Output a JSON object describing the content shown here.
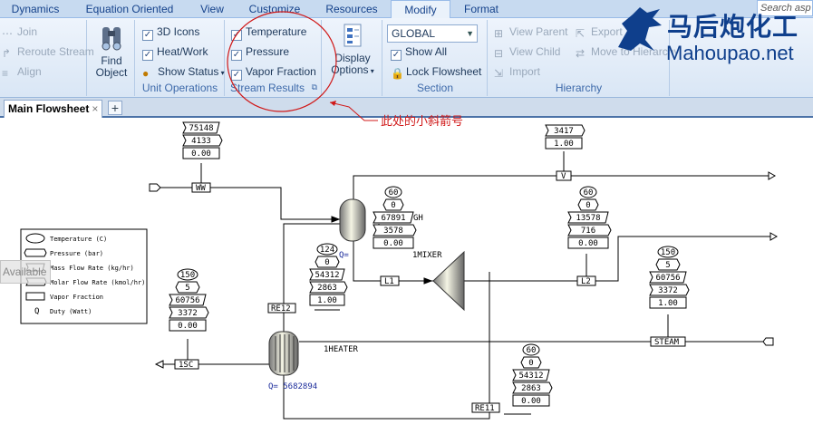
{
  "colors": {
    "accent": "#15428b",
    "annotation": "#d01818",
    "watermark": "#0f3f8c"
  },
  "tabs": [
    "Dynamics",
    "Equation Oriented",
    "View",
    "Customize",
    "Resources",
    "Modify",
    "Format"
  ],
  "active_tab": "Modify",
  "search": {
    "placeholder": "Search asp"
  },
  "ribbon": {
    "edit": {
      "join": "Join",
      "reroute": "Reroute Stream",
      "align": "Align"
    },
    "find": {
      "label1": "Find",
      "label2": "Object"
    },
    "unit_operations": {
      "label": "Unit Operations",
      "icons3d": "3D Icons",
      "heatwork": "Heat/Work",
      "show_status": "Show Status"
    },
    "stream_results": {
      "label": "Stream Results",
      "temperature": "Temperature",
      "pressure": "Pressure",
      "vapor_fraction": "Vapor Fraction"
    },
    "display": {
      "label1": "Display",
      "label2": "Options"
    },
    "section": {
      "label": "Section",
      "dropdown": "GLOBAL",
      "show_all": "Show All",
      "lock": "Lock Flowsheet"
    },
    "hierarchy": {
      "label": "Hierarchy",
      "view_parent": "View Parent",
      "view_child": "View Child",
      "import": "Import",
      "export": "Export",
      "move": "Move to Hierarchy"
    }
  },
  "flowsheet_tab": {
    "title": "Main Flowsheet",
    "close": "×",
    "add": "+"
  },
  "watermark": {
    "cn": "马后炮化工",
    "url": "Mahoupao.net"
  },
  "annotation": "此处的小斜箭号",
  "available": "Available",
  "legend": [
    "Temperature (C)",
    "Pressure (bar)",
    "Mass Flow Rate (kg/hr)",
    "Molar Flow Rate (kmol/hr)",
    "Vapor Fraction",
    "Duty (Watt)"
  ],
  "legend_q": "Q",
  "blocks": {
    "heater": "1HEATER",
    "mixer": "1MIXER",
    "duty_heater": "Q= 5682894",
    "duty_flash": "Q="
  },
  "streams": {
    "ww": "WW",
    "v": "V",
    "l1": "L1",
    "l2": "L2",
    "re12": "RE12",
    "re11": "RE11",
    "sc": "1SC",
    "steam": "STEAM"
  },
  "tag_ww": [
    "75148",
    "4133",
    "0.00"
  ],
  "tag_v": [
    "3417",
    "1.00"
  ],
  "tag_feed": [
    "60",
    "0",
    "67891",
    "3578",
    "0.00"
  ],
  "tag_feed_suffix": "GH",
  "tag_l2": [
    "60",
    "0",
    "13578",
    "716",
    "0.00"
  ],
  "tag_re12": [
    "124",
    "0",
    "54312",
    "2863",
    "1.00"
  ],
  "tag_sc": [
    "150",
    "5",
    "60756",
    "3372",
    "0.00"
  ],
  "tag_steam": [
    "150",
    "5",
    "60756",
    "3372",
    "1.00"
  ],
  "tag_re11": [
    "60",
    "0",
    "54312",
    "2863",
    "0.00"
  ]
}
